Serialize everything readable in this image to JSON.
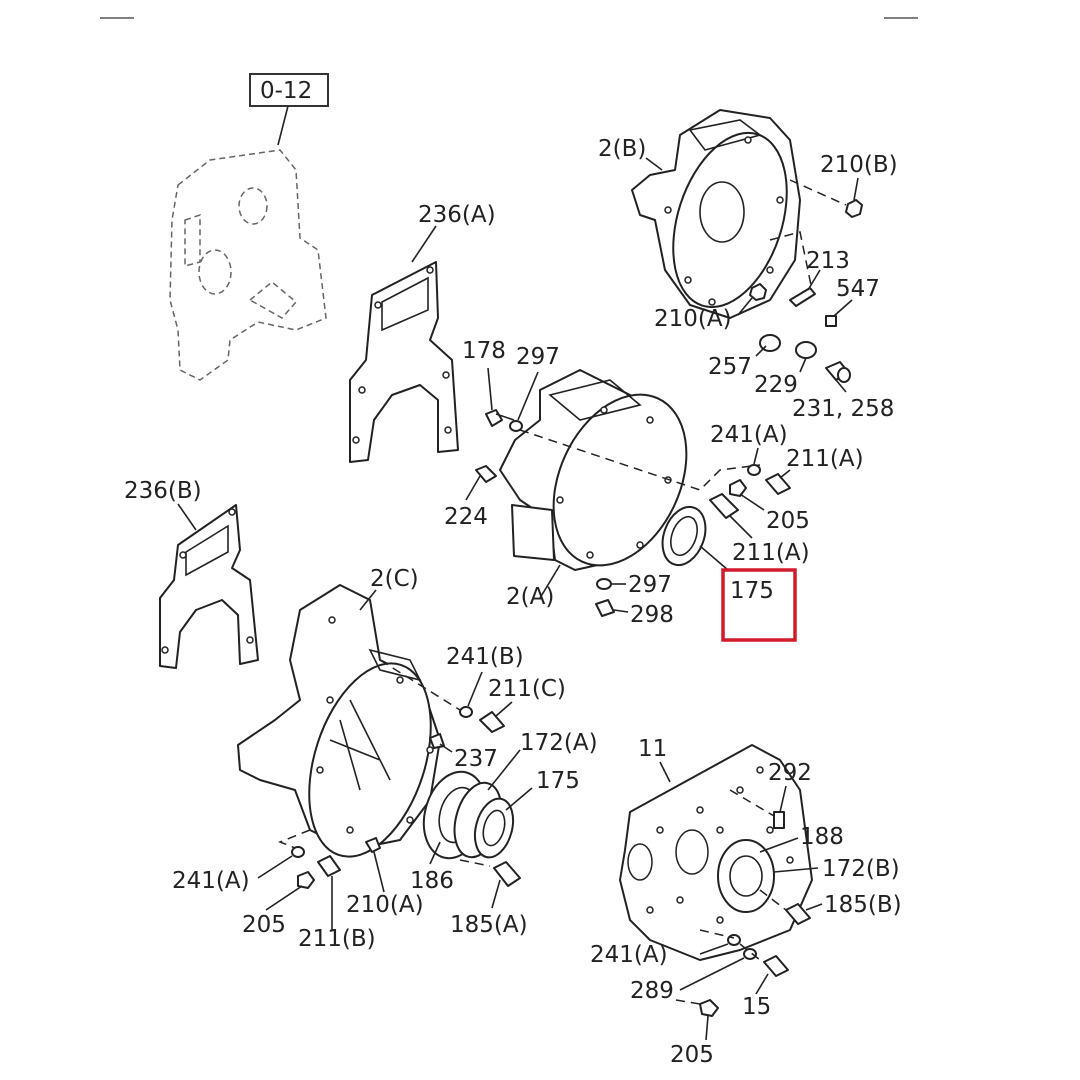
{
  "colors": {
    "highlight": "#d11a2a",
    "ink": "#222222"
  },
  "reference_box": "0-12",
  "highlighted": "175",
  "labels": {
    "l_2b": "2(B)",
    "l_210b": "210(B)",
    "l_213": "213",
    "l_547": "547",
    "l_210a_top": "210(A)",
    "l_257": "257",
    "l_229": "229",
    "l_231_258": "231, 258",
    "l_236a": "236(A)",
    "l_178": "178",
    "l_297_top": "297",
    "l_241a_mid": "241(A)",
    "l_211a_mid": "211(A)",
    "l_224": "224",
    "l_205_mid": "205",
    "l_211a_lower": "211(A)",
    "l_236b": "236(B)",
    "l_2c": "2(C)",
    "l_2a": "2(A)",
    "l_297_low": "297",
    "l_298": "298",
    "l_175_hl": "175",
    "l_241b": "241(B)",
    "l_211c": "211(C)",
    "l_237": "237",
    "l_172a": "172(A)",
    "l_175_low": "175",
    "l_11": "11",
    "l_292": "292",
    "l_188": "188",
    "l_172b": "172(B)",
    "l_185b": "185(B)",
    "l_241a_left": "241(A)",
    "l_205_left": "205",
    "l_211b": "211(B)",
    "l_210a_low": "210(A)",
    "l_186": "186",
    "l_185a": "185(A)",
    "l_241a_right": "241(A)",
    "l_289": "289",
    "l_15": "15",
    "l_205_bottom": "205"
  }
}
